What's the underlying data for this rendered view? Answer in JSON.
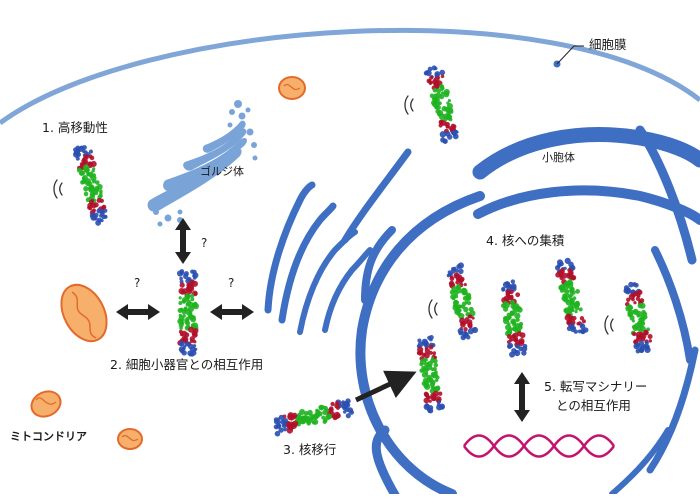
{
  "labels": {
    "cell_membrane": "細胞膜",
    "golgi": "ゴルジ体",
    "er": "小胞体",
    "mitochondria": "ミトコンドリア",
    "step1": "1. 高移動性",
    "step2": "2. 細胞小器官との相互作用",
    "step3": "3. 核移行",
    "step4": "4. 核への集積",
    "step5_line1": "5. 転写マシナリー",
    "step5_line2": "との相互作用",
    "question_mark": "?"
  },
  "colors": {
    "membrane": "#7fa6d6",
    "er": "#3e6fc2",
    "golgi": "#7aa4d8",
    "mito_fill": "#f6b06c",
    "mito_stroke": "#e46a2c",
    "protein_green": "#1fb31f",
    "protein_red": "#b0102a",
    "protein_blue": "#2a4fb0",
    "dna": "#c4136f",
    "arrow": "#222222"
  },
  "icons": [
    "double-arrow-icon",
    "arrow-icon",
    "vibration-icon",
    "dna-helix-icon"
  ]
}
